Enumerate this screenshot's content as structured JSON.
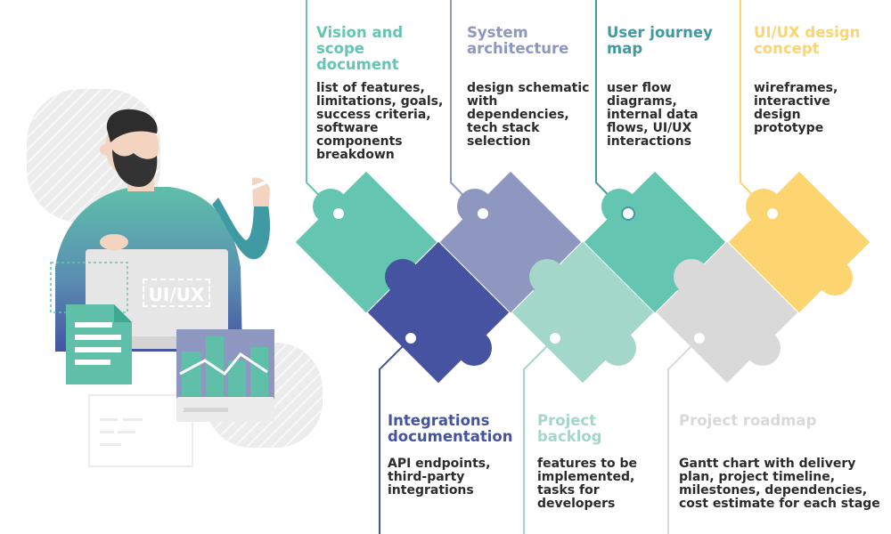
{
  "colors": {
    "teal": "#64c6b0",
    "lavender": "#8e97bf",
    "navy": "#4553a0",
    "mint": "#a2d7ca",
    "yellow": "#fcd470",
    "gray": "#d9d9d9",
    "text": "#2b2b2b"
  },
  "illustration": {
    "screen_label": "UI/UX"
  },
  "top_items": [
    {
      "title": "Vision and scope document",
      "desc": "list of features, limitations, goals, success criteria, software components breakdown",
      "color": "teal"
    },
    {
      "title": "System architecture",
      "desc": "design schematic with dependencies, tech stack selection",
      "color": "lavender"
    },
    {
      "title": "User journey map",
      "desc": "user flow diagrams, internal data flows, UI/UX interactions",
      "color": "teal-dark"
    },
    {
      "title": "UI/UX design concept",
      "desc": "wireframes, interactive design prototype",
      "color": "yellow"
    }
  ],
  "bottom_items": [
    {
      "title": "Integrations documentation",
      "desc": "API endpoints, third-party integrations",
      "color": "navy"
    },
    {
      "title": "Project backlog",
      "desc": "features to be implemented, tasks for developers",
      "color": "mint"
    },
    {
      "title": "Project roadmap",
      "desc": "Gantt chart with delivery plan, project timeline, milestones, dependencies, cost estimate for each stage",
      "color": "gray"
    }
  ]
}
